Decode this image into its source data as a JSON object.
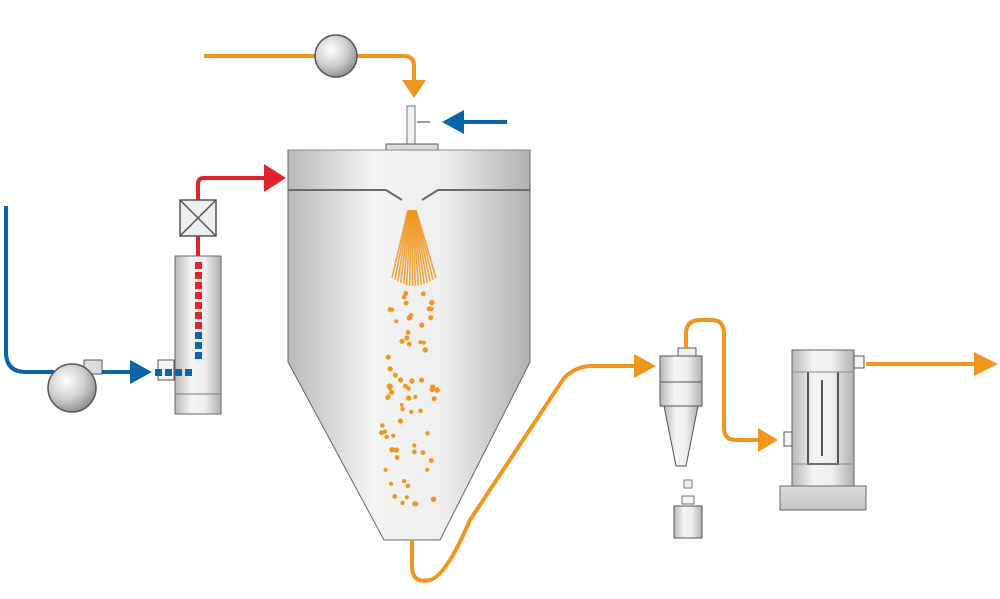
{
  "diagram": {
    "type": "spray-dryer-process-flow",
    "components": [
      {
        "id": "feed-pump",
        "icon": "pump-icon"
      },
      {
        "id": "blower",
        "icon": "blower-icon"
      },
      {
        "id": "air-heater",
        "icon": "heater-icon"
      },
      {
        "id": "valve",
        "icon": "valve-icon"
      },
      {
        "id": "drying-chamber",
        "icon": "chamber-icon"
      },
      {
        "id": "atomizer-nozzle",
        "icon": "nozzle-icon"
      },
      {
        "id": "cyclone-separator",
        "icon": "cyclone-icon"
      },
      {
        "id": "product-collector",
        "icon": "collector-icon"
      },
      {
        "id": "exhaust-filter",
        "icon": "filter-icon"
      }
    ],
    "streams": [
      {
        "id": "liquid-feed",
        "color": "#F0961E"
      },
      {
        "id": "atomizing-gas",
        "color": "#0A64AA"
      },
      {
        "id": "inlet-air",
        "color": "#0A64AA"
      },
      {
        "id": "heated-air",
        "color": "#E0242B"
      },
      {
        "id": "product-stream",
        "color": "#F0961E"
      },
      {
        "id": "exhaust-air",
        "color": "#F0961E"
      }
    ]
  },
  "colors": {
    "feed": "#F0961E",
    "cold_air": "#0A64AA",
    "hot_air": "#E0242B",
    "equipment_light": "#F2F2F2",
    "equipment_dark": "#B8B8B8",
    "outline": "#555555"
  }
}
